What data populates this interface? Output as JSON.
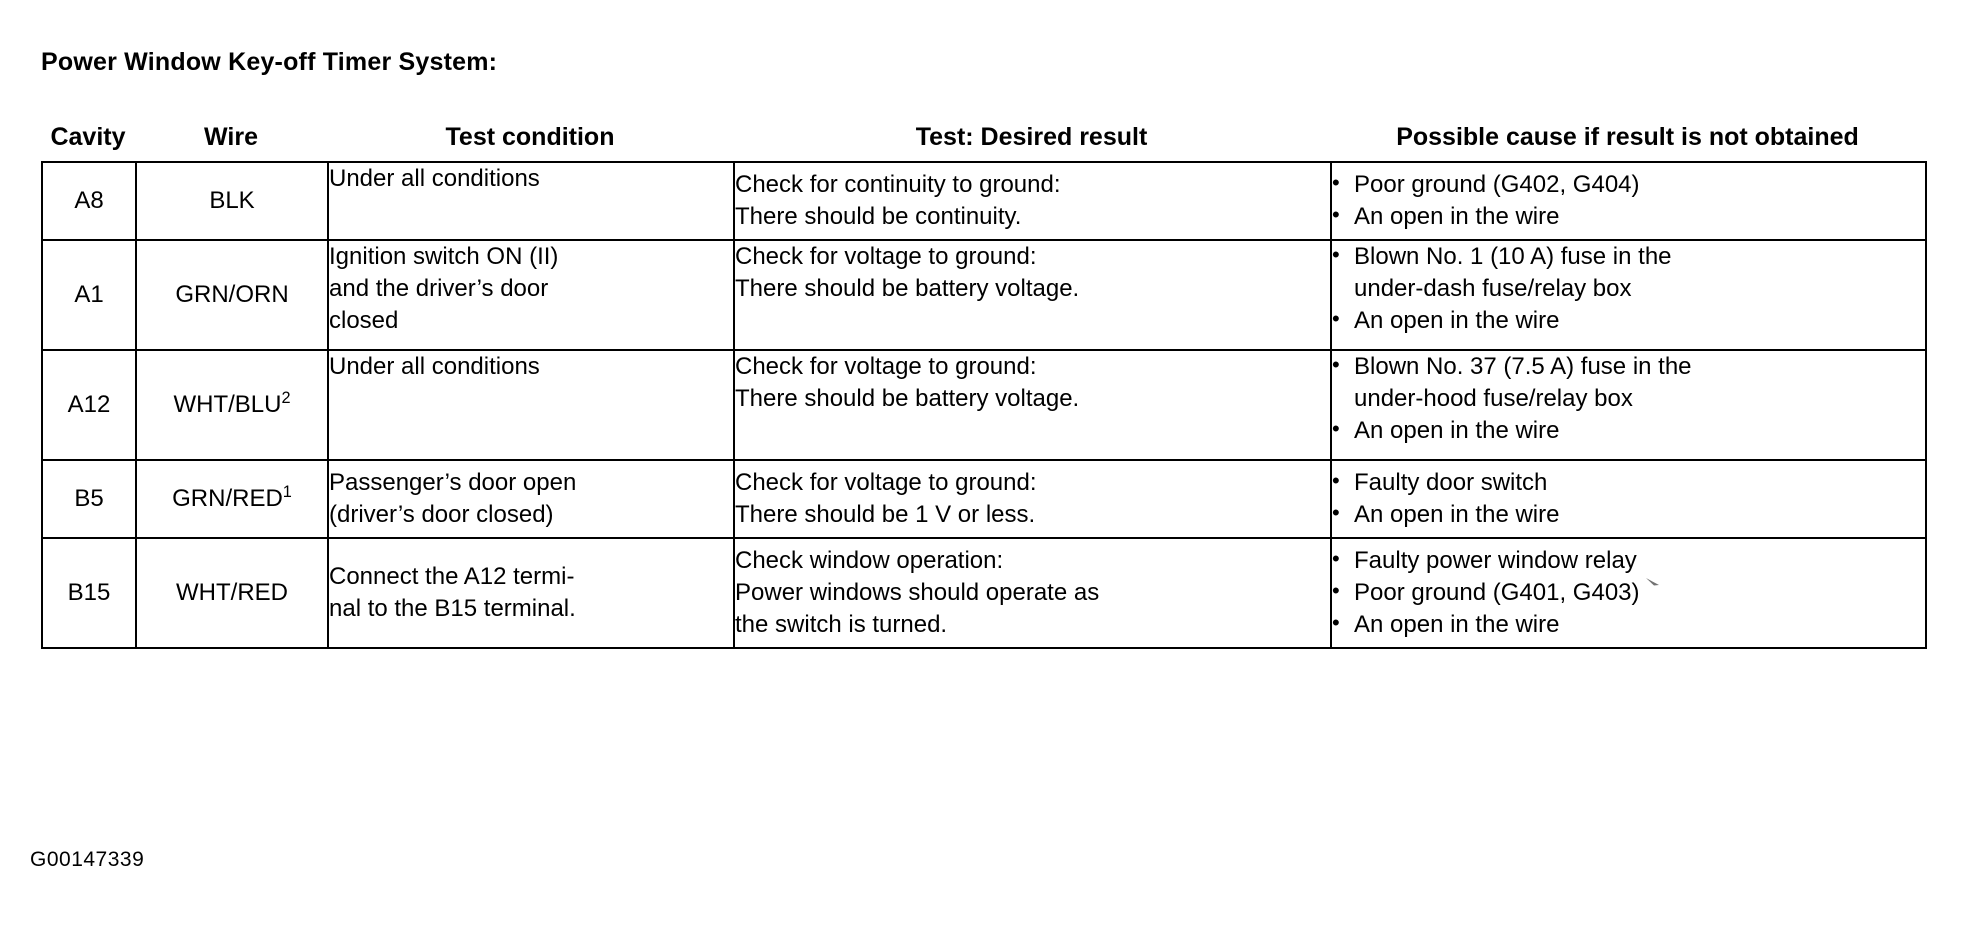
{
  "document": {
    "title": "Power Window Key-off Timer System:",
    "reference_code": "G00147339"
  },
  "table": {
    "headers": {
      "cavity": "Cavity",
      "wire": "Wire",
      "test_condition": "Test condition",
      "desired_result": "Test: Desired result",
      "possible_cause": "Possible cause if result is not obtained"
    },
    "rows": [
      {
        "cavity": "A8",
        "wire": "BLK",
        "wire_sup": "",
        "test_condition": [
          "Under all conditions"
        ],
        "desired_result": [
          "Check for continuity to ground:",
          "There should be continuity."
        ],
        "possible_cause": [
          {
            "text": "Poor ground (G402, G404)",
            "cont": ""
          },
          {
            "text": "An open in the wire",
            "cont": ""
          }
        ]
      },
      {
        "cavity": "A1",
        "wire": "GRN/ORN",
        "wire_sup": "",
        "test_condition": [
          "Ignition switch ON (II)",
          "and the driver’s door",
          "closed"
        ],
        "desired_result": [
          "Check for voltage to ground:",
          "There should be battery voltage."
        ],
        "possible_cause": [
          {
            "text": "Blown No. 1 (10 A) fuse in the",
            "cont": "under-dash fuse/relay box"
          },
          {
            "text": "An open in the wire",
            "cont": ""
          }
        ]
      },
      {
        "cavity": "A12",
        "wire": "WHT/BLU",
        "wire_sup": "2",
        "test_condition": [
          "Under all conditions"
        ],
        "desired_result": [
          "Check for voltage to ground:",
          "There should be battery voltage."
        ],
        "possible_cause": [
          {
            "text": "Blown No. 37 (7.5 A) fuse in the",
            "cont": "under-hood fuse/relay box"
          },
          {
            "text": "An open in the wire",
            "cont": ""
          }
        ]
      },
      {
        "cavity": "B5",
        "wire": "GRN/RED",
        "wire_sup": "1",
        "test_condition": [
          "Passenger’s door open",
          "(driver’s door closed)"
        ],
        "desired_result": [
          "Check for voltage to ground:",
          "There should be 1 V or less."
        ],
        "possible_cause": [
          {
            "text": "Faulty door switch",
            "cont": ""
          },
          {
            "text": "An open in the wire",
            "cont": ""
          }
        ]
      },
      {
        "cavity": "B15",
        "wire": "WHT/RED",
        "wire_sup": "",
        "test_condition": [
          "Connect the A12 termi-",
          "nal to the B15 terminal."
        ],
        "desired_result": [
          "Check window operation:",
          "Power windows should operate as",
          "the switch is turned."
        ],
        "possible_cause": [
          {
            "text": "Faulty power window relay",
            "cont": ""
          },
          {
            "text": "Poor ground (G401, G403)",
            "cont": ""
          },
          {
            "text": "An open in the wire",
            "cont": ""
          }
        ]
      }
    ]
  }
}
